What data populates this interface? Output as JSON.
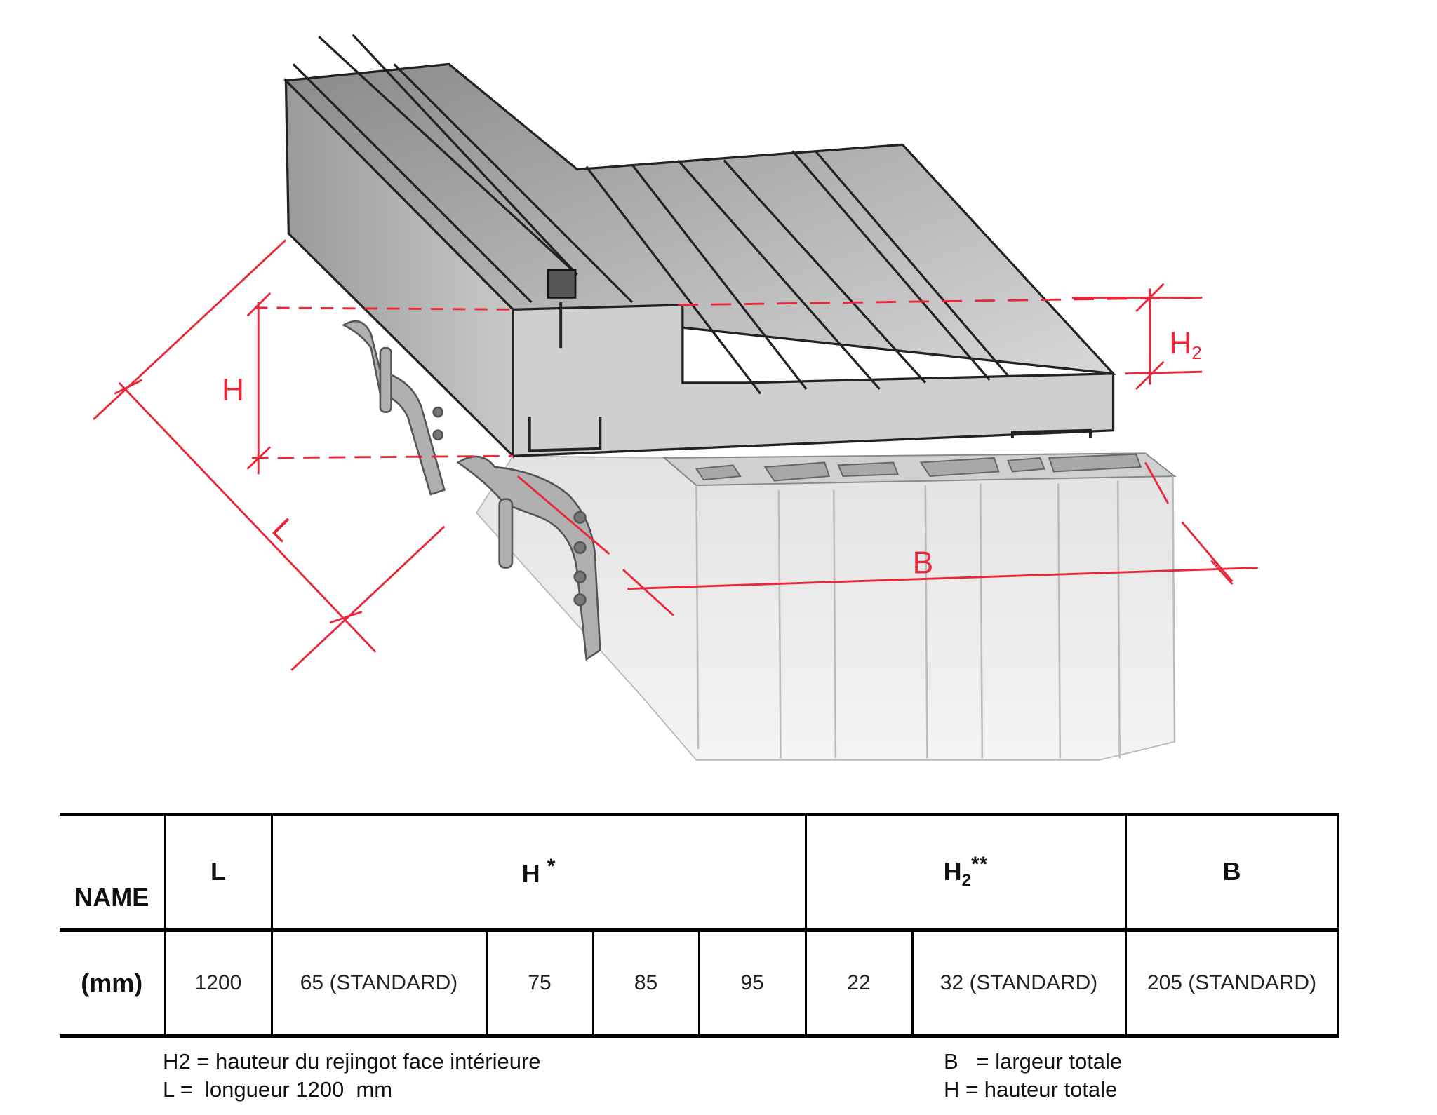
{
  "drawing": {
    "labels": {
      "H": "H",
      "H2_main": "H",
      "H2_sub": "2",
      "L": "L",
      "B": "B"
    },
    "accent_color": "#e8283a"
  },
  "table": {
    "header": {
      "name": "NAME",
      "L": "L",
      "H": "H",
      "H_mark": "*",
      "H2": "H",
      "H2_sub": "2",
      "H2_mark": "**",
      "B": "B"
    },
    "row": {
      "unit": "(mm)",
      "L": "1200",
      "H_values": [
        "65   (STANDARD)",
        "75",
        "85",
        "95"
      ],
      "H2_values": [
        "22",
        "32   (STANDARD)"
      ],
      "B": "205  (STANDARD)"
    }
  },
  "notes": {
    "h2": "H2 = hauteur du rejingot face intérieure",
    "l": "L =  longueur 1200  mm",
    "b": "B   = largeur totale",
    "h": "H = hauteur totale"
  }
}
